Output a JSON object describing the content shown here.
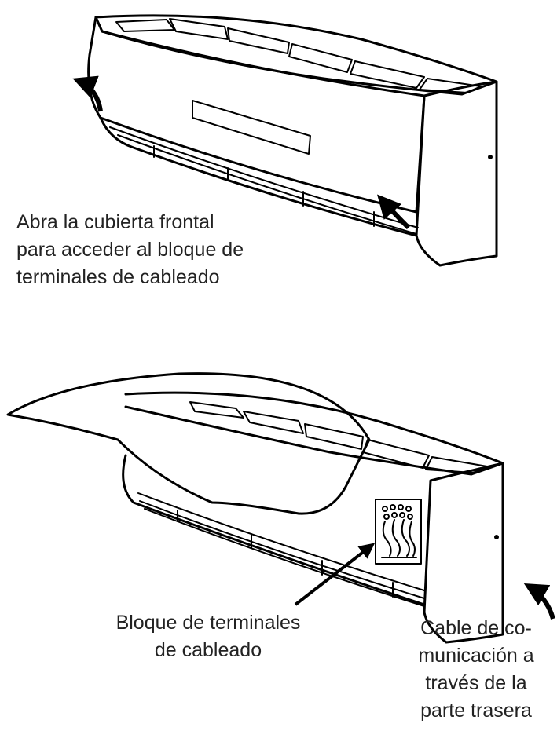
{
  "labels": {
    "open_cover": {
      "lines": [
        "Abra la cubierta frontal",
        "para acceder al bloque de",
        "terminales de cableado"
      ]
    },
    "terminal_block": {
      "lines": [
        "Bloque de terminales",
        "de cableado"
      ]
    },
    "comm_cable": {
      "lines": [
        "Cable de co-",
        "municación a",
        "través de la",
        "parte trasera"
      ]
    }
  },
  "colors": {
    "line": "#000000",
    "text": "#222222",
    "background": "#ffffff"
  },
  "icons": [
    "curved-arrow-icon",
    "pointer-arrow-icon",
    "terminal-block-icon"
  ]
}
